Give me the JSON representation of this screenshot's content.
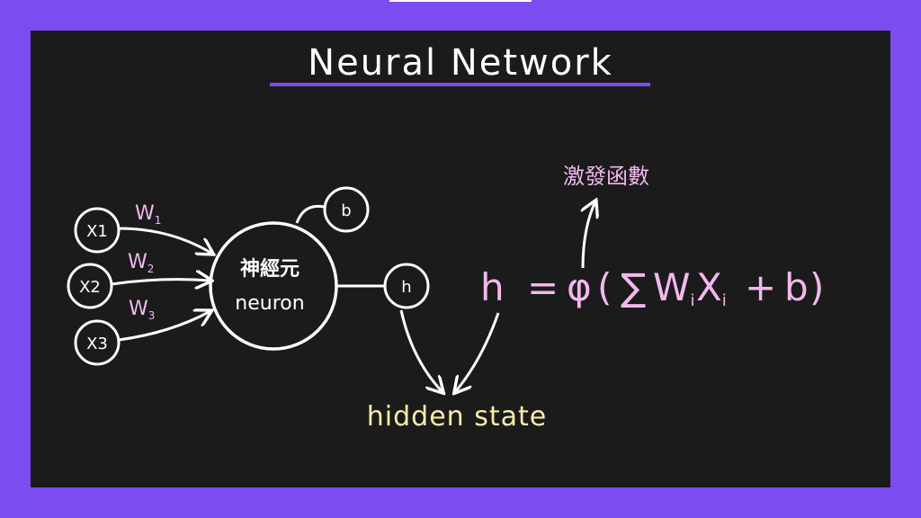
{
  "title": "Neural Network",
  "inputs": [
    {
      "label": "X1",
      "weight": "W",
      "weight_sub": "1"
    },
    {
      "label": "X2",
      "weight": "W",
      "weight_sub": "2"
    },
    {
      "label": "X3",
      "weight": "W",
      "weight_sub": "3"
    }
  ],
  "neuron": {
    "label_zh": "神經元",
    "label_en": "neuron"
  },
  "bias_label": "b",
  "output_label": "h",
  "hidden_state_label": "hidden state",
  "activation_label": "激發函數",
  "formula": {
    "lhs": "h",
    "eq": "=",
    "phi": "φ",
    "open": "(",
    "sigma": "∑",
    "w": "W",
    "w_sub": "i",
    "x": "X",
    "x_sub": "i",
    "plus": "+",
    "b": "b",
    "close": ")"
  },
  "colors": {
    "accent": "#7b4cf0",
    "board": "#1c1b1c",
    "pink": "#f2b8ee",
    "yellow": "#f5eeaa",
    "white": "#ffffff"
  }
}
